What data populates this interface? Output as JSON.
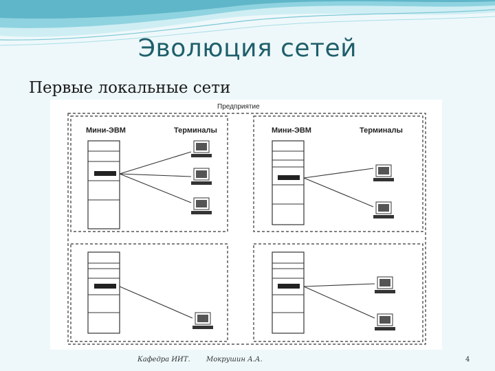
{
  "slide": {
    "title": "Эволюция сетей",
    "subtitle": "Первые локальные сети"
  },
  "diagram": {
    "enterprise_label": "Предприятие",
    "departments": [
      {
        "computer_label": "Мини-ЭВМ",
        "terminals_label": "Терминалы",
        "terminal_count": 3
      },
      {
        "computer_label": "Мини-ЭВМ",
        "terminals_label": "Терминалы",
        "terminal_count": 2
      },
      {
        "computer_label": "",
        "terminals_label": "",
        "terminal_count": 1
      },
      {
        "computer_label": "",
        "terminals_label": "",
        "terminal_count": 2
      }
    ]
  },
  "footer": {
    "department": "Кафедра ИИТ.",
    "author": "Мокрушин А.А.",
    "page_number": "4"
  },
  "colors": {
    "title": "#1f5f6b",
    "wave": "#5fb6c8",
    "background": "#eef8fa"
  }
}
